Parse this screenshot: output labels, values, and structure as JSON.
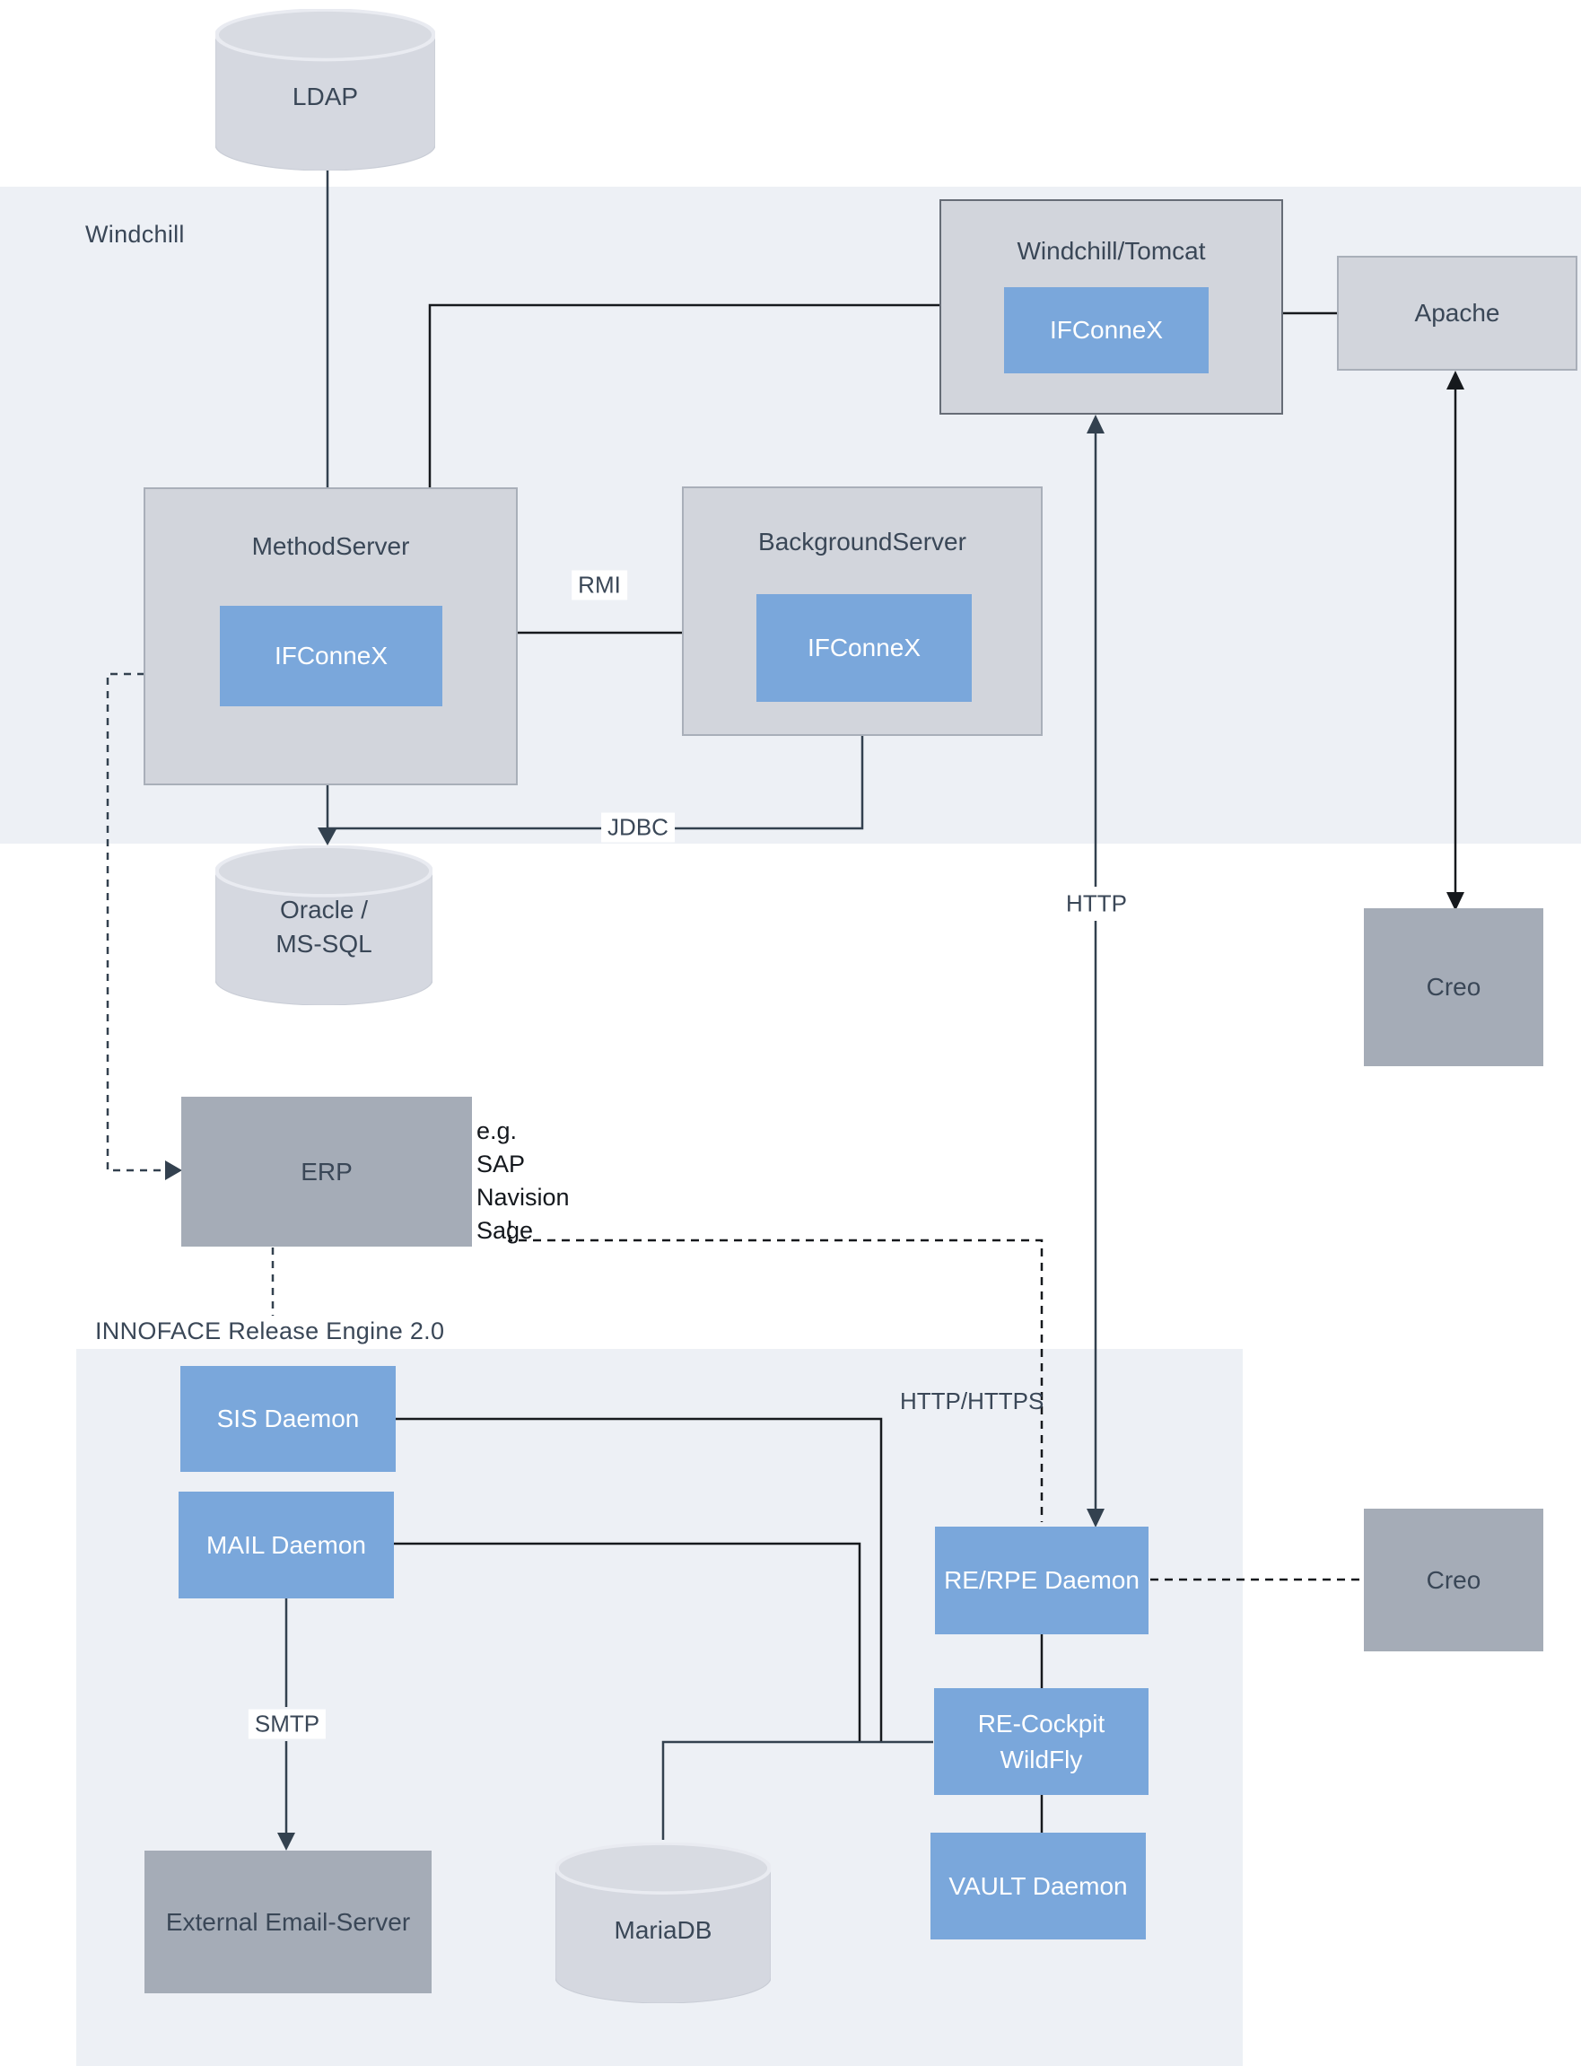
{
  "regions": {
    "windchill": {
      "label": "Windchill"
    },
    "innoface": {
      "label": "INNOFACE Release Engine 2.0"
    }
  },
  "nodes": {
    "ldap": {
      "label": "LDAP"
    },
    "windchill_tomcat": {
      "label": "Windchill/Tomcat",
      "inner": "IFConneX"
    },
    "apache": {
      "label": "Apache"
    },
    "method_server": {
      "label": "MethodServer",
      "inner": "IFConneX"
    },
    "background_server": {
      "label": "BackgroundServer",
      "inner": "IFConneX"
    },
    "oracle": {
      "line1": "Oracle /",
      "line2": "MS-SQL"
    },
    "creo_top": {
      "label": "Creo"
    },
    "erp": {
      "label": "ERP"
    },
    "erp_note": {
      "lines": [
        "e.g.",
        "SAP",
        "Navision",
        "Sage"
      ]
    },
    "sis_daemon": {
      "label": "SIS Daemon"
    },
    "mail_daemon": {
      "label": "MAIL Daemon"
    },
    "re_rpe_daemon": {
      "label": "RE/RPE Daemon"
    },
    "creo_bottom": {
      "label": "Creo"
    },
    "re_cockpit": {
      "line1": "RE-Cockpit",
      "line2": "WildFly"
    },
    "vault_daemon": {
      "label": "VAULT Daemon"
    },
    "external_email": {
      "label": "External Email-Server"
    },
    "mariadb": {
      "label": "MariaDB"
    }
  },
  "edges": {
    "rmi": "RMI",
    "jdbc": "JDBC",
    "http": "HTTP",
    "http_https": "HTTP/HTTPS",
    "smtp": "SMTP"
  },
  "colors": {
    "band": "#edf0f5",
    "boxgray": "#d2d5dc",
    "boxblue": "#7aa7db",
    "boxdark": "#a5acb7",
    "navy": "#3a4757",
    "linenavy": "#33414f",
    "lineblack": "#16191d"
  }
}
